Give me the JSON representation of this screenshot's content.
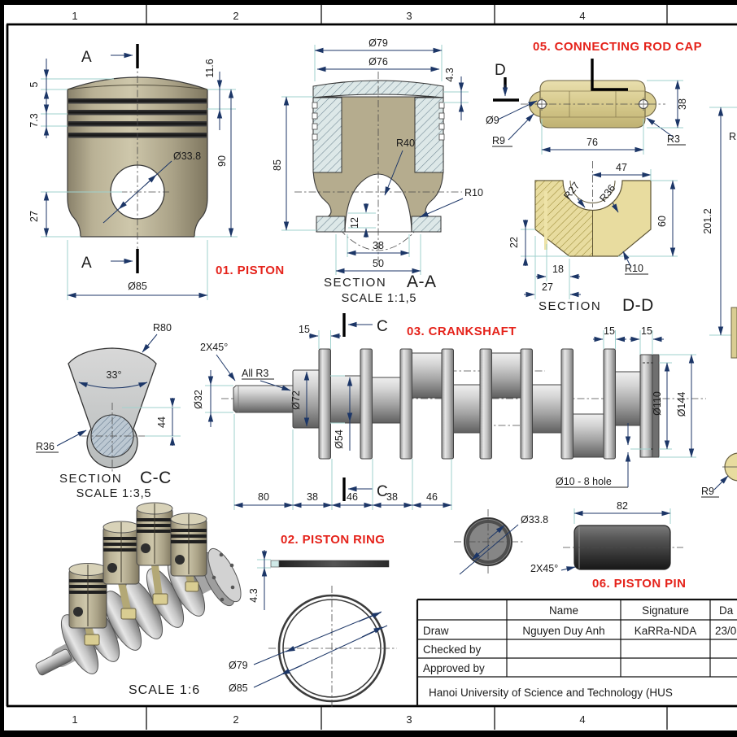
{
  "sheet": {
    "zones": [
      "1",
      "2",
      "3",
      "4"
    ]
  },
  "colors": {
    "accent_red": "#e5231b",
    "dimension_navy": "#1c3667",
    "extension_teal": "#9fd1cd",
    "piston_khaki": "#b5ad92",
    "cap_yellow": "#e3d79c",
    "metal_gray": "#b5b5b5"
  },
  "titles": {
    "piston": "01. PISTON",
    "piston_ring": "02. PISTON RING",
    "crankshaft": "03. CRANKSHAFT",
    "rod_cap": "05. CONNECTING ROD CAP",
    "piston_pin": "06. PISTON PIN"
  },
  "piston_front": {
    "marker": "A",
    "dims": {
      "crown_edge": "5",
      "groove_pitch": "7.3",
      "pin_height": "27",
      "top_land": "11.6",
      "height": "90",
      "bore": "Ø33.8",
      "diameter": "Ø85"
    }
  },
  "section_aa": {
    "caption": "SECTION",
    "name": "A-A",
    "scale": "SCALE 1:1,5",
    "dims": {
      "d79": "Ø79",
      "d76": "Ø76",
      "groove": "4.3",
      "height": "85",
      "r40": "R40",
      "r10": "R10",
      "d12": "12",
      "d38": "38",
      "d50": "50"
    }
  },
  "rod_cap": {
    "marker": "D",
    "dims": {
      "hole": "Ø9",
      "r9": "R9",
      "r3": "R3",
      "width": "76",
      "height": "38"
    },
    "section": {
      "caption": "SECTION",
      "name": "D-D",
      "d47": "47",
      "r27": "R27",
      "r36": "R36",
      "d60": "60",
      "d22": "22",
      "d18": "18",
      "d27": "27",
      "r10": "R10"
    }
  },
  "side_view": {
    "length": "201.2",
    "r_cut": "R",
    "r9": "R9"
  },
  "section_cc": {
    "caption": "SECTION",
    "name": "C-C",
    "scale": "SCALE 1:3,5",
    "dims": {
      "r80": "R80",
      "angle": "33°",
      "d44": "44",
      "r36": "R36"
    }
  },
  "crankshaft": {
    "marker": "C",
    "dims": {
      "chamfer": "2X45°",
      "fillets": "All R3",
      "d32": "Ø32",
      "d72": "Ø72",
      "d54": "Ø54",
      "w15a": "15",
      "w15b": "15",
      "w15c": "15",
      "d110": "Ø110",
      "d144": "Ø144",
      "holes": "Ø10 - 8 hole",
      "l80": "80",
      "l38a": "38",
      "l46a": "46",
      "l38b": "38",
      "l46b": "46"
    }
  },
  "assembly": {
    "scale": "SCALE 1:6"
  },
  "piston_ring": {
    "dims": {
      "thickness": "4.3",
      "inner": "Ø79",
      "outer": "Ø85"
    }
  },
  "piston_pin": {
    "dims": {
      "diameter": "Ø33.8",
      "length": "82",
      "chamfer": "2X45°"
    }
  },
  "title_block": {
    "headers": {
      "name": "Name",
      "signature": "Signature",
      "date": "Da"
    },
    "rows": [
      {
        "role": "Draw",
        "name": "Nguyen Duy Anh",
        "signature": "KaRRa-NDA",
        "date": "23/0"
      },
      {
        "role": "Checked by",
        "name": "",
        "signature": "",
        "date": ""
      },
      {
        "role": "Approved by",
        "name": "",
        "signature": "",
        "date": ""
      }
    ],
    "organization": "Hanoi University of Science and Technology (HUS"
  }
}
